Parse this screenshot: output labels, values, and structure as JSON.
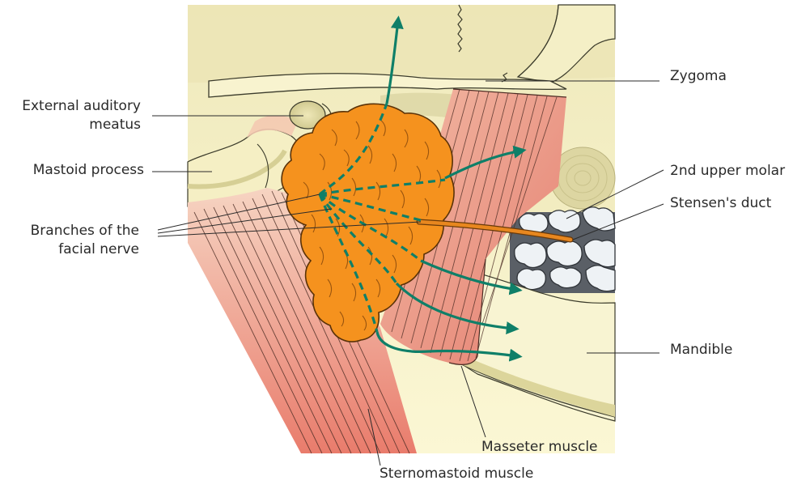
{
  "labels": {
    "external_auditory_meatus_1": "External auditory",
    "external_auditory_meatus_2": "meatus",
    "mastoid_process": "Mastoid process",
    "branches_facial_nerve_1": "Branches of the",
    "branches_facial_nerve_2": "facial nerve",
    "zygoma": "Zygoma",
    "second_upper_molar": "2nd upper molar",
    "stensens_duct": "Stensen's duct",
    "mandible": "Mandible",
    "masseter_muscle": "Masseter muscle",
    "sternomastoid_muscle": "Sternomastoid muscle"
  },
  "colors": {
    "skull": "#f7f2c4",
    "skull_shade": "#e6dfa6",
    "muscle_light": "#f5c9b3",
    "muscle_dark": "#e9806f",
    "parotid": "#f5921e",
    "parotid_outline": "#5a3208",
    "duct": "#e8871f",
    "nerve": "#0f7f68",
    "teeth": "#e9eef2",
    "gap": "#555a60"
  }
}
